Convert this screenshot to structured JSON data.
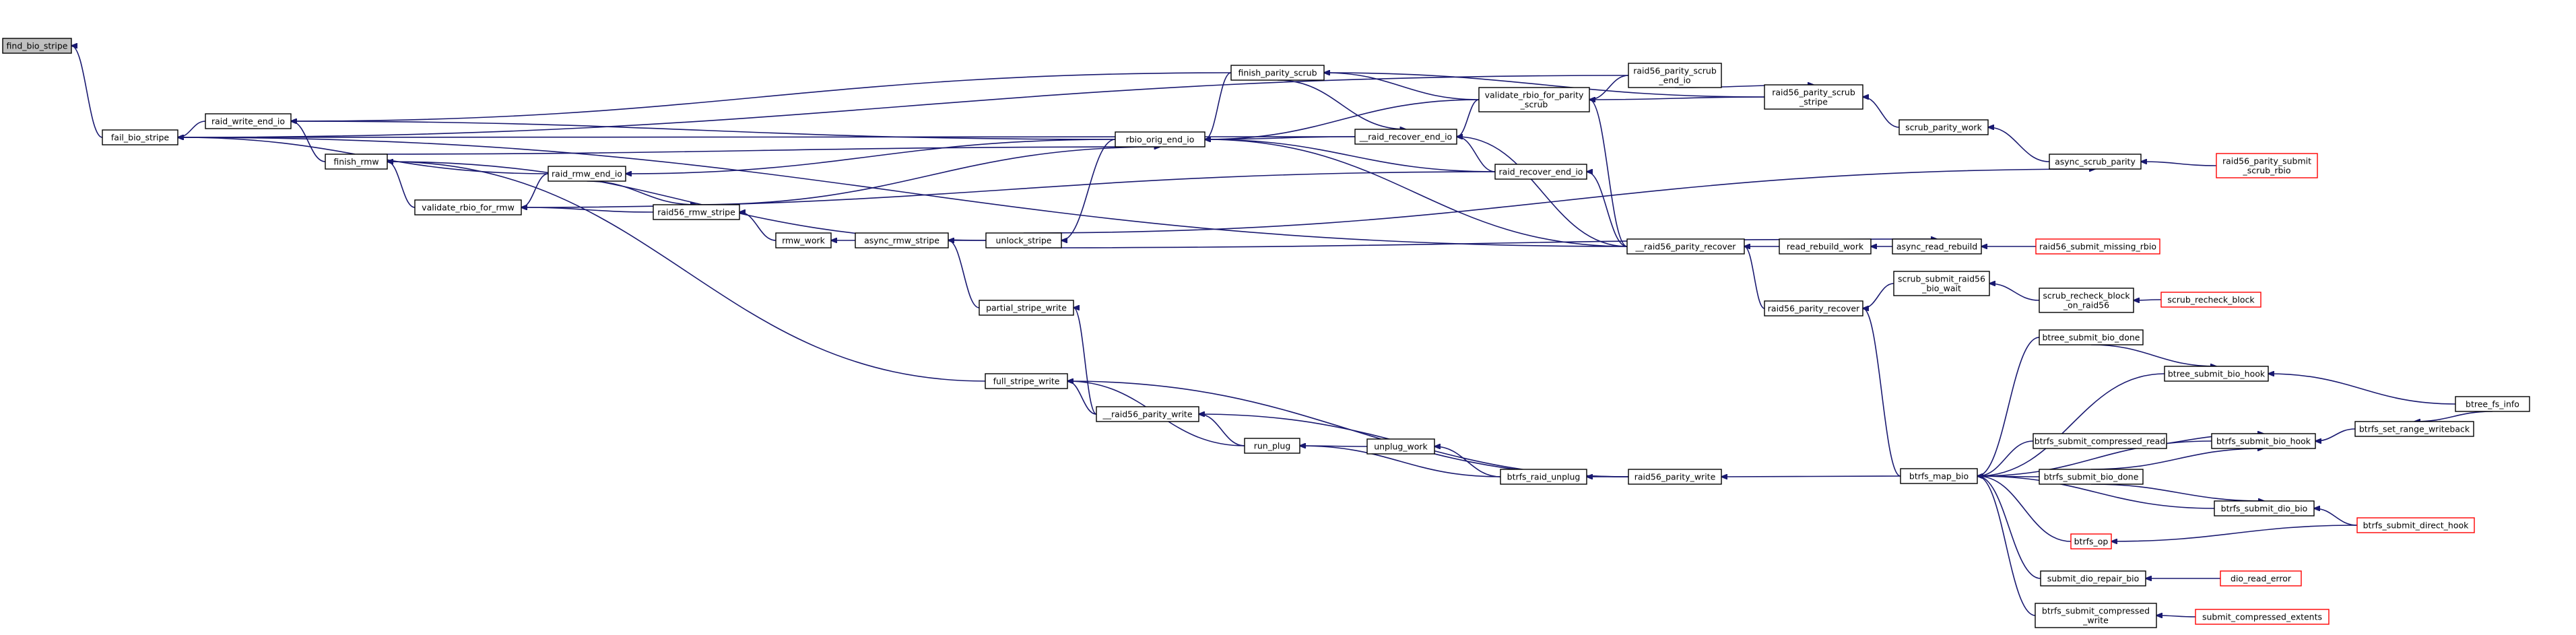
{
  "graph": {
    "nodes": {
      "find_bio_stripe": {
        "lines": [
          "find_bio_stripe"
        ],
        "color": "gray"
      },
      "fail_bio_stripe": {
        "lines": [
          "fail_bio_stripe"
        ],
        "color": "black"
      },
      "raid_write_end_io": {
        "lines": [
          "raid_write_end_io"
        ],
        "color": "black"
      },
      "finish_rmw": {
        "lines": [
          "finish_rmw"
        ],
        "color": "black"
      },
      "validate_rbio_for_rmw": {
        "lines": [
          "validate_rbio_for_rmw"
        ],
        "color": "black"
      },
      "raid_rmw_end_io": {
        "lines": [
          "raid_rmw_end_io"
        ],
        "color": "black"
      },
      "raid56_rmw_stripe": {
        "lines": [
          "raid56_rmw_stripe"
        ],
        "color": "black"
      },
      "rmw_work": {
        "lines": [
          "rmw_work"
        ],
        "color": "black"
      },
      "async_rmw_stripe": {
        "lines": [
          "async_rmw_stripe"
        ],
        "color": "black"
      },
      "unlock_stripe": {
        "lines": [
          "unlock_stripe"
        ],
        "color": "black"
      },
      "partial_stripe_write": {
        "lines": [
          "partial_stripe_write"
        ],
        "color": "black"
      },
      "rbio_orig_end_io": {
        "lines": [
          "rbio_orig_end_io"
        ],
        "color": "black"
      },
      "finish_parity_scrub": {
        "lines": [
          "finish_parity_scrub"
        ],
        "color": "black"
      },
      "__raid_recover_end_io": {
        "lines": [
          "__raid_recover_end_io"
        ],
        "color": "black"
      },
      "validate_rbio_for_parity_scrub": {
        "lines": [
          "validate_rbio_for_parity",
          "_scrub"
        ],
        "color": "black"
      },
      "raid_recover_end_io": {
        "lines": [
          "raid_recover_end_io"
        ],
        "color": "black"
      },
      "raid56_parity_scrub_end_io": {
        "lines": [
          "raid56_parity_scrub",
          "_end_io"
        ],
        "color": "black"
      },
      "raid56_parity_scrub_stripe": {
        "lines": [
          "raid56_parity_scrub",
          "_stripe"
        ],
        "color": "black"
      },
      "scrub_parity_work": {
        "lines": [
          "scrub_parity_work"
        ],
        "color": "black"
      },
      "async_scrub_parity": {
        "lines": [
          "async_scrub_parity"
        ],
        "color": "black"
      },
      "raid56_parity_submit_scrub_rbio": {
        "lines": [
          "raid56_parity_submit",
          "_scrub_rbio"
        ],
        "color": "red"
      },
      "__raid56_parity_recover": {
        "lines": [
          "__raid56_parity_recover"
        ],
        "color": "black"
      },
      "read_rebuild_work": {
        "lines": [
          "read_rebuild_work"
        ],
        "color": "black"
      },
      "async_read_rebuild": {
        "lines": [
          "async_read_rebuild"
        ],
        "color": "black"
      },
      "raid56_submit_missing_rbio": {
        "lines": [
          "raid56_submit_missing_rbio"
        ],
        "color": "red"
      },
      "raid56_parity_recover": {
        "lines": [
          "raid56_parity_recover"
        ],
        "color": "black"
      },
      "scrub_submit_raid56_bio_wait": {
        "lines": [
          "scrub_submit_raid56",
          "_bio_wait"
        ],
        "color": "black"
      },
      "scrub_recheck_block_on_raid56": {
        "lines": [
          "scrub_recheck_block",
          "_on_raid56"
        ],
        "color": "black"
      },
      "scrub_recheck_block": {
        "lines": [
          "scrub_recheck_block"
        ],
        "color": "red"
      },
      "full_stripe_write": {
        "lines": [
          "full_stripe_write"
        ],
        "color": "black"
      },
      "__raid56_parity_write": {
        "lines": [
          "__raid56_parity_write"
        ],
        "color": "black"
      },
      "run_plug": {
        "lines": [
          "run_plug"
        ],
        "color": "black"
      },
      "unplug_work": {
        "lines": [
          "unplug_work"
        ],
        "color": "black"
      },
      "btrfs_raid_unplug": {
        "lines": [
          "btrfs_raid_unplug"
        ],
        "color": "black"
      },
      "raid56_parity_write": {
        "lines": [
          "raid56_parity_write"
        ],
        "color": "black"
      },
      "btrfs_map_bio": {
        "lines": [
          "btrfs_map_bio"
        ],
        "color": "black"
      },
      "btree_submit_bio_done": {
        "lines": [
          "btree_submit_bio_done"
        ],
        "color": "black"
      },
      "btree_submit_bio_hook": {
        "lines": [
          "btree_submit_bio_hook"
        ],
        "color": "black"
      },
      "btree_fs_info": {
        "lines": [
          "btree_fs_info"
        ],
        "color": "black"
      },
      "btrfs_submit_compressed_read": {
        "lines": [
          "btrfs_submit_compressed_read"
        ],
        "color": "black"
      },
      "btrfs_submit_bio_hook": {
        "lines": [
          "btrfs_submit_bio_hook"
        ],
        "color": "black"
      },
      "btrfs_set_range_writeback": {
        "lines": [
          "btrfs_set_range_writeback"
        ],
        "color": "black"
      },
      "btrfs_submit_bio_done": {
        "lines": [
          "btrfs_submit_bio_done"
        ],
        "color": "black"
      },
      "btrfs_submit_dio_bio": {
        "lines": [
          "btrfs_submit_dio_bio"
        ],
        "color": "black"
      },
      "btrfs_submit_direct_hook": {
        "lines": [
          "btrfs_submit_direct_hook"
        ],
        "color": "red"
      },
      "btrfs_op": {
        "lines": [
          "btrfs_op"
        ],
        "color": "red"
      },
      "submit_dio_repair_bio": {
        "lines": [
          "submit_dio_repair_bio"
        ],
        "color": "black"
      },
      "dio_read_error": {
        "lines": [
          "dio_read_error"
        ],
        "color": "red"
      },
      "btrfs_submit_compressed_write": {
        "lines": [
          "btrfs_submit_compressed",
          "_write"
        ],
        "color": "black"
      },
      "submit_compressed_extents": {
        "lines": [
          "submit_compressed_extents"
        ],
        "color": "red"
      }
    },
    "edges": [
      [
        "fail_bio_stripe",
        "find_bio_stripe"
      ],
      [
        "raid_write_end_io",
        "fail_bio_stripe"
      ],
      [
        "finish_rmw",
        "raid_write_end_io"
      ],
      [
        "raid_rmw_end_io",
        "fail_bio_stripe"
      ],
      [
        "__raid_recover_end_io",
        "fail_bio_stripe"
      ],
      [
        "raid56_parity_scrub_end_io",
        "fail_bio_stripe"
      ],
      [
        "__raid56_parity_recover",
        "fail_bio_stripe"
      ],
      [
        "finish_parity_scrub",
        "raid_write_end_io"
      ],
      [
        "rbio_orig_end_io",
        "raid_write_end_io"
      ],
      [
        "validate_rbio_for_rmw",
        "finish_rmw"
      ],
      [
        "unlock_stripe",
        "finish_rmw"
      ],
      [
        "full_stripe_write",
        "finish_rmw"
      ],
      [
        "raid_rmw_end_io",
        "validate_rbio_for_rmw"
      ],
      [
        "raid56_rmw_stripe",
        "validate_rbio_for_rmw"
      ],
      [
        "raid_recover_end_io",
        "validate_rbio_for_rmw"
      ],
      [
        "rbio_orig_end_io",
        "raid_rmw_end_io"
      ],
      [
        "raid_rmw_end_io",
        "raid56_rmw_stripe"
      ],
      [
        "rmw_work",
        "raid56_rmw_stripe"
      ],
      [
        "async_rmw_stripe",
        "rmw_work"
      ],
      [
        "unlock_stripe",
        "async_rmw_stripe"
      ],
      [
        "partial_stripe_write",
        "async_rmw_stripe"
      ],
      [
        "rbio_orig_end_io",
        "unlock_stripe"
      ],
      [
        "__raid56_parity_write",
        "partial_stripe_write"
      ],
      [
        "finish_rmw",
        "rbio_orig_end_io"
      ],
      [
        "raid56_rmw_stripe",
        "rbio_orig_end_io"
      ],
      [
        "finish_parity_scrub",
        "rbio_orig_end_io"
      ],
      [
        "__raid_recover_end_io",
        "rbio_orig_end_io"
      ],
      [
        "validate_rbio_for_parity_scrub",
        "rbio_orig_end_io"
      ],
      [
        "raid_recover_end_io",
        "rbio_orig_end_io"
      ],
      [
        "__raid56_parity_recover",
        "rbio_orig_end_io"
      ],
      [
        "validate_rbio_for_parity_scrub",
        "finish_parity_scrub"
      ],
      [
        "raid56_parity_scrub_stripe",
        "finish_parity_scrub"
      ],
      [
        "finish_parity_scrub",
        "__raid_recover_end_io"
      ],
      [
        "validate_rbio_for_parity_scrub",
        "__raid_recover_end_io"
      ],
      [
        "raid_recover_end_io",
        "__raid_recover_end_io"
      ],
      [
        "raid56_parity_scrub_end_io",
        "validate_rbio_for_parity_scrub"
      ],
      [
        "raid56_parity_scrub_stripe",
        "validate_rbio_for_parity_scrub"
      ],
      [
        "__raid56_parity_recover",
        "raid_recover_end_io"
      ],
      [
        "raid56_parity_scrub_end_io",
        "raid56_parity_scrub_stripe"
      ],
      [
        "scrub_parity_work",
        "raid56_parity_scrub_stripe"
      ],
      [
        "async_scrub_parity",
        "scrub_parity_work"
      ],
      [
        "unlock_stripe",
        "async_scrub_parity"
      ],
      [
        "raid56_parity_submit_scrub_rbio",
        "async_scrub_parity"
      ],
      [
        "__raid56_parity_recover",
        "__raid_recover_end_io"
      ],
      [
        "__raid56_parity_recover",
        "validate_rbio_for_parity_scrub"
      ],
      [
        "read_rebuild_work",
        "__raid56_parity_recover"
      ],
      [
        "raid56_parity_recover",
        "__raid56_parity_recover"
      ],
      [
        "async_read_rebuild",
        "read_rebuild_work"
      ],
      [
        "unlock_stripe",
        "async_read_rebuild"
      ],
      [
        "raid56_submit_missing_rbio",
        "async_read_rebuild"
      ],
      [
        "scrub_submit_raid56_bio_wait",
        "raid56_parity_recover"
      ],
      [
        "btrfs_map_bio",
        "raid56_parity_recover"
      ],
      [
        "scrub_recheck_block_on_raid56",
        "scrub_submit_raid56_bio_wait"
      ],
      [
        "scrub_recheck_block",
        "scrub_recheck_block_on_raid56"
      ],
      [
        "__raid56_parity_write",
        "full_stripe_write"
      ],
      [
        "run_plug",
        "full_stripe_write"
      ],
      [
        "raid56_parity_write",
        "full_stripe_write"
      ],
      [
        "run_plug",
        "__raid56_parity_write"
      ],
      [
        "raid56_parity_write",
        "__raid56_parity_write"
      ],
      [
        "unplug_work",
        "run_plug"
      ],
      [
        "btrfs_raid_unplug",
        "run_plug"
      ],
      [
        "btrfs_raid_unplug",
        "unplug_work"
      ],
      [
        "raid56_parity_write",
        "btrfs_raid_unplug"
      ],
      [
        "btrfs_map_bio",
        "raid56_parity_write"
      ],
      [
        "btree_submit_bio_done",
        "btrfs_map_bio"
      ],
      [
        "btree_submit_bio_hook",
        "btrfs_map_bio"
      ],
      [
        "btrfs_submit_compressed_read",
        "btrfs_map_bio"
      ],
      [
        "btrfs_submit_bio_hook",
        "btrfs_map_bio"
      ],
      [
        "btrfs_submit_bio_done",
        "btrfs_map_bio"
      ],
      [
        "btrfs_submit_dio_bio",
        "btrfs_map_bio"
      ],
      [
        "btrfs_op",
        "btrfs_map_bio"
      ],
      [
        "submit_dio_repair_bio",
        "btrfs_map_bio"
      ],
      [
        "btrfs_submit_compressed_write",
        "btrfs_map_bio"
      ],
      [
        "btree_submit_bio_done",
        "btree_submit_bio_hook"
      ],
      [
        "btree_fs_info",
        "btree_submit_bio_hook"
      ],
      [
        "btrfs_submit_compressed_read",
        "btrfs_submit_bio_hook"
      ],
      [
        "btrfs_submit_bio_done",
        "btrfs_submit_bio_hook"
      ],
      [
        "btrfs_set_range_writeback",
        "btrfs_submit_bio_hook"
      ],
      [
        "btree_fs_info",
        "btrfs_set_range_writeback"
      ],
      [
        "btrfs_submit_bio_done",
        "btrfs_submit_dio_bio"
      ],
      [
        "btrfs_submit_direct_hook",
        "btrfs_submit_dio_bio"
      ],
      [
        "btrfs_submit_direct_hook",
        "btrfs_op"
      ],
      [
        "dio_read_error",
        "submit_dio_repair_bio"
      ],
      [
        "submit_compressed_extents",
        "btrfs_submit_compressed_write"
      ]
    ]
  }
}
